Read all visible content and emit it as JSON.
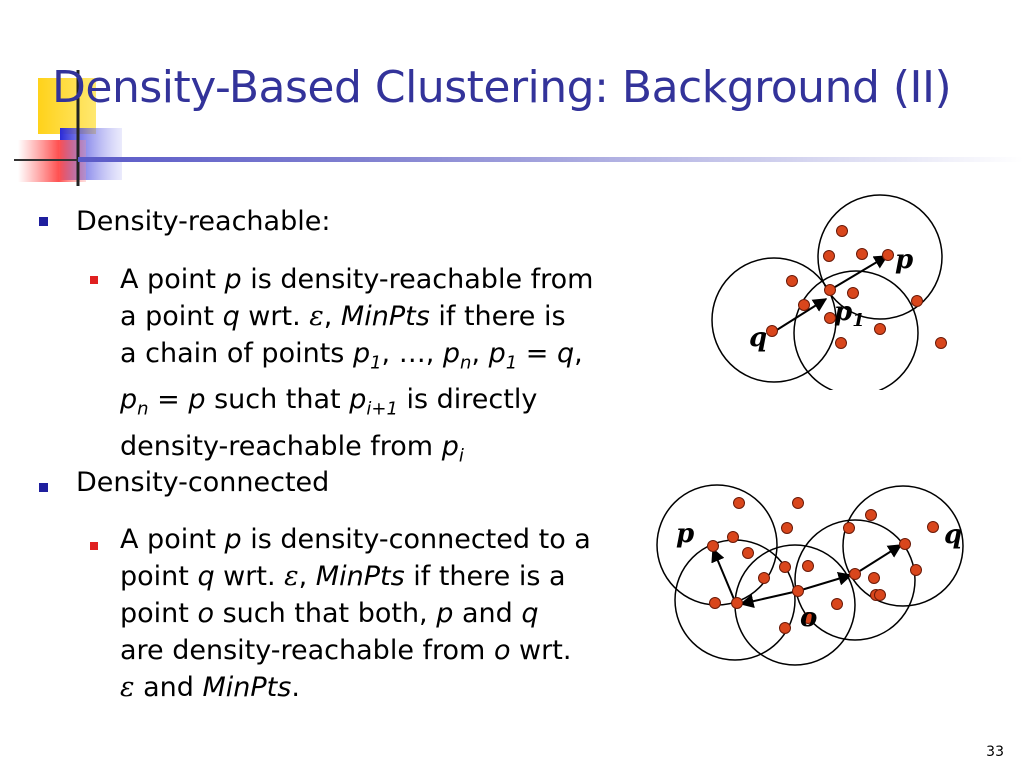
{
  "slide": {
    "title": "Density-Based Clustering: Background (II)",
    "page_number": "33"
  },
  "bullets": [
    {
      "heading": "Density-reachable:",
      "lines": [
        [
          "A point ",
          {
            "i": "p"
          },
          " is density-reachable from"
        ],
        [
          "a point ",
          {
            "i": "q"
          },
          " wrt. ",
          {
            "eps": "ε"
          },
          ", ",
          {
            "i": "MinPts"
          },
          " if there is"
        ],
        [
          "a chain of points ",
          {
            "i": "p"
          },
          {
            "sub": "1"
          },
          ", …, ",
          {
            "i": "p"
          },
          {
            "sub": "n"
          },
          ", ",
          {
            "i": "p"
          },
          {
            "sub": "1"
          },
          " = ",
          {
            "i": "q"
          },
          ","
        ],
        [
          {
            "i": "p"
          },
          {
            "sub": "n"
          },
          " = ",
          {
            "i": "p"
          },
          " such that ",
          {
            "i": "p"
          },
          {
            "sub": "i+1"
          },
          " is directly"
        ],
        [
          "density-reachable from ",
          {
            "i": "p"
          },
          {
            "sub": "i"
          }
        ]
      ]
    },
    {
      "heading": "Density-connected",
      "lines": [
        [
          "A point ",
          {
            "i": "p"
          },
          " is density-connected to a"
        ],
        [
          "point ",
          {
            "i": "q"
          },
          " wrt. ",
          {
            "eps": "ε"
          },
          ", ",
          {
            "i": "MinPts"
          },
          " if there is a"
        ],
        [
          "point ",
          {
            "i": "o"
          },
          " such that both, ",
          {
            "i": "p"
          },
          " and ",
          {
            "i": "q"
          }
        ],
        [
          "are density-reachable from ",
          {
            "i": "o"
          },
          " wrt."
        ],
        [
          {
            "eps": "ε"
          },
          " and ",
          {
            "i": "MinPts"
          },
          "."
        ]
      ]
    }
  ],
  "diagram_reachable": {
    "labels": {
      "p": "p",
      "q": "q",
      "p1_main": "p",
      "p1_sub": "1"
    },
    "point_color": "#d9461c"
  },
  "diagram_connected": {
    "labels": {
      "p": "p",
      "q": "q",
      "o": "o"
    },
    "point_color": "#d9461c"
  }
}
